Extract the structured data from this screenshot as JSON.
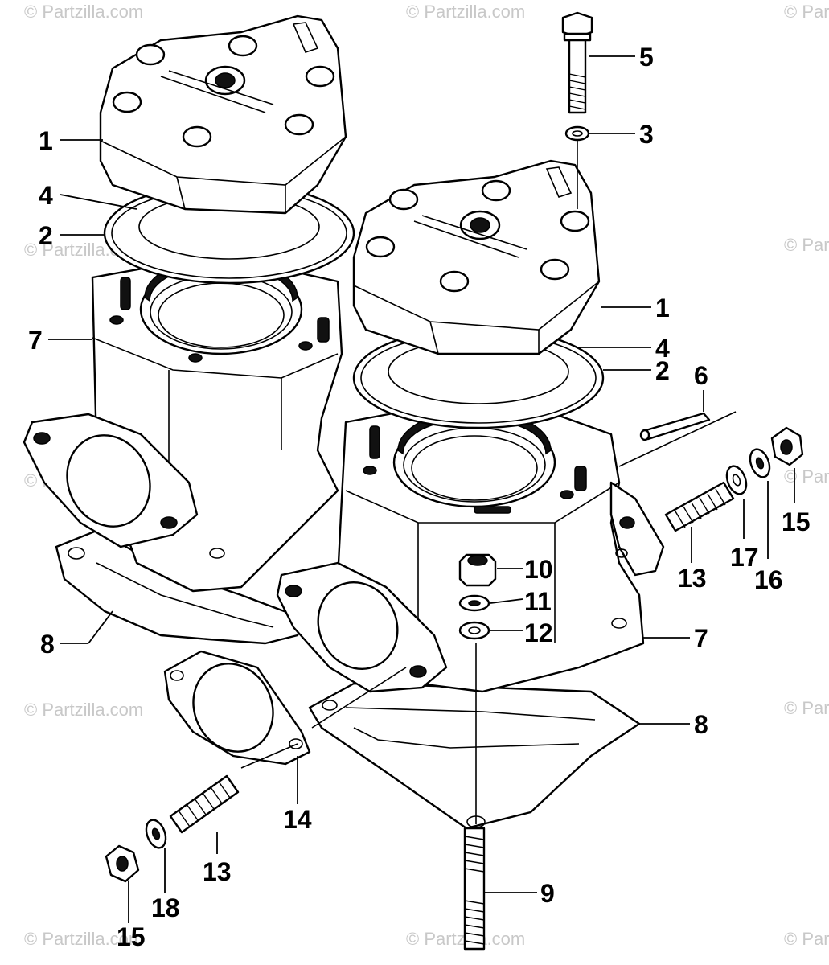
{
  "watermark": "© Partzilla.com",
  "callouts": [
    {
      "id": "c1a",
      "label": "1"
    },
    {
      "id": "c4a",
      "label": "4"
    },
    {
      "id": "c2a",
      "label": "2"
    },
    {
      "id": "c7a",
      "label": "7"
    },
    {
      "id": "c8a",
      "label": "8"
    },
    {
      "id": "c5",
      "label": "5"
    },
    {
      "id": "c3",
      "label": "3"
    },
    {
      "id": "c1b",
      "label": "1"
    },
    {
      "id": "c4b",
      "label": "4"
    },
    {
      "id": "c2b",
      "label": "2"
    },
    {
      "id": "c6",
      "label": "6"
    },
    {
      "id": "c15a",
      "label": "15"
    },
    {
      "id": "c17",
      "label": "17"
    },
    {
      "id": "c16",
      "label": "16"
    },
    {
      "id": "c13a",
      "label": "13"
    },
    {
      "id": "c10",
      "label": "10"
    },
    {
      "id": "c11",
      "label": "11"
    },
    {
      "id": "c12",
      "label": "12"
    },
    {
      "id": "c7b",
      "label": "7"
    },
    {
      "id": "c8b",
      "label": "8"
    },
    {
      "id": "c14",
      "label": "14"
    },
    {
      "id": "c13b",
      "label": "13"
    },
    {
      "id": "c9",
      "label": "9"
    },
    {
      "id": "c18",
      "label": "18"
    },
    {
      "id": "c15b",
      "label": "15"
    }
  ]
}
